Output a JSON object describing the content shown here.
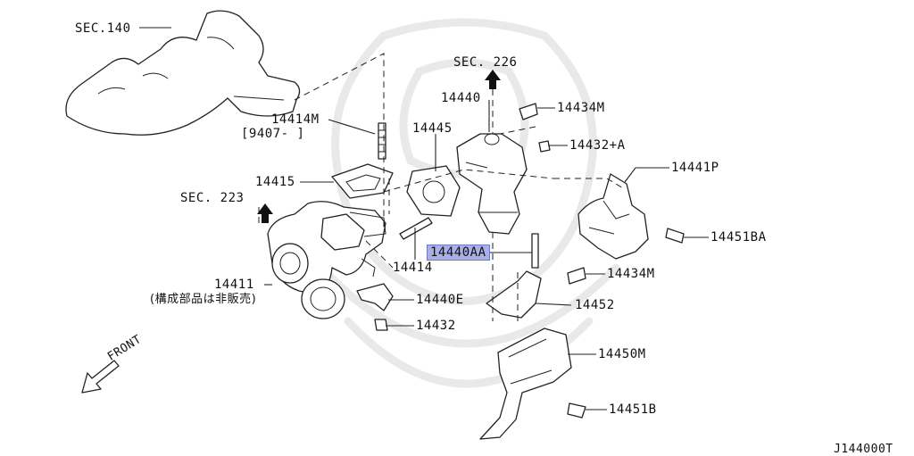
{
  "diagram_code": "J144000T",
  "labels": {
    "sec140": "SEC.140",
    "sec226": "SEC. 226",
    "sec223": "SEC. 223",
    "p14414m": "14414M",
    "p14414m_note": "[9407-  ]",
    "p14415": "14415",
    "p14445": "14445",
    "p14440": "14440",
    "p14434m_top": "14434M",
    "p14432a": "14432+A",
    "p14441p": "14441P",
    "p14451ba": "14451BA",
    "p14440aa": "14440AA",
    "p14414": "14414",
    "p14411": "14411",
    "p14411_note": "(構成部品は非販売)",
    "p14440e": "14440E",
    "p14432": "14432",
    "p14434m_mid": "14434M",
    "p14452": "14452",
    "p14450m": "14450M",
    "p14451b": "14451B",
    "front": "FRONT"
  },
  "highlight_color": "#a8b0e6"
}
